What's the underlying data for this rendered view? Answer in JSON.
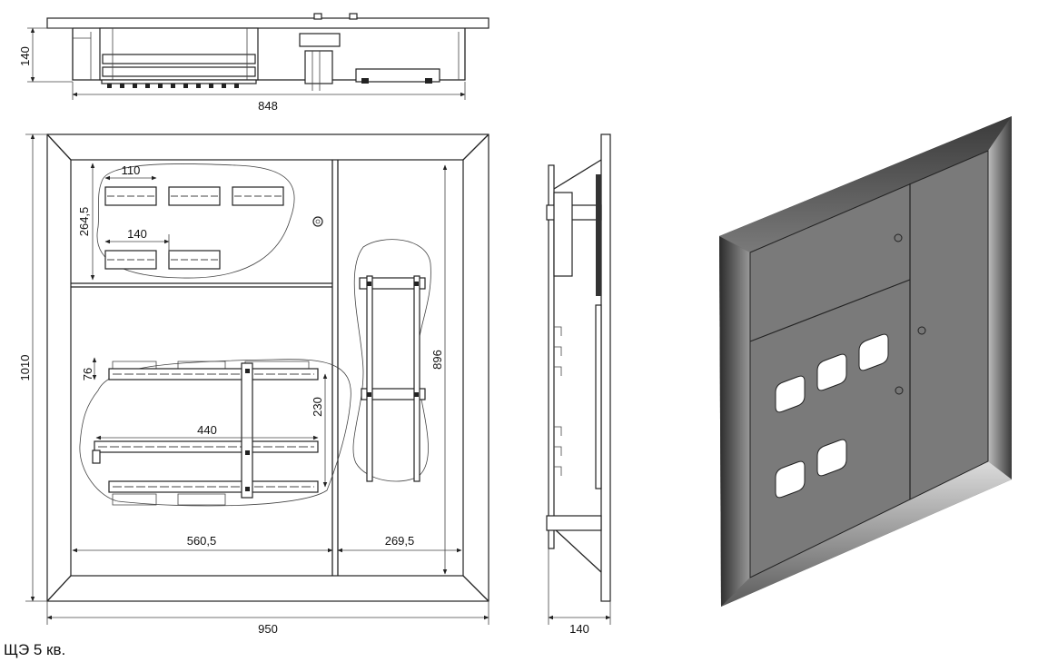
{
  "dimensions": {
    "top_height": "140",
    "top_width": "848",
    "overall_height": "1010",
    "overall_width": "950",
    "upper_section_height": "264,5",
    "din_rail_pitch_110": "110",
    "din_rail_pitch_140": "140",
    "gap_76": "76",
    "rail_spacing_230": "230",
    "rail_length_440": "440",
    "left_width": "560,5",
    "right_width": "269,5",
    "right_height": "896",
    "side_depth": "140"
  },
  "caption": "ЩЭ 5 кв."
}
